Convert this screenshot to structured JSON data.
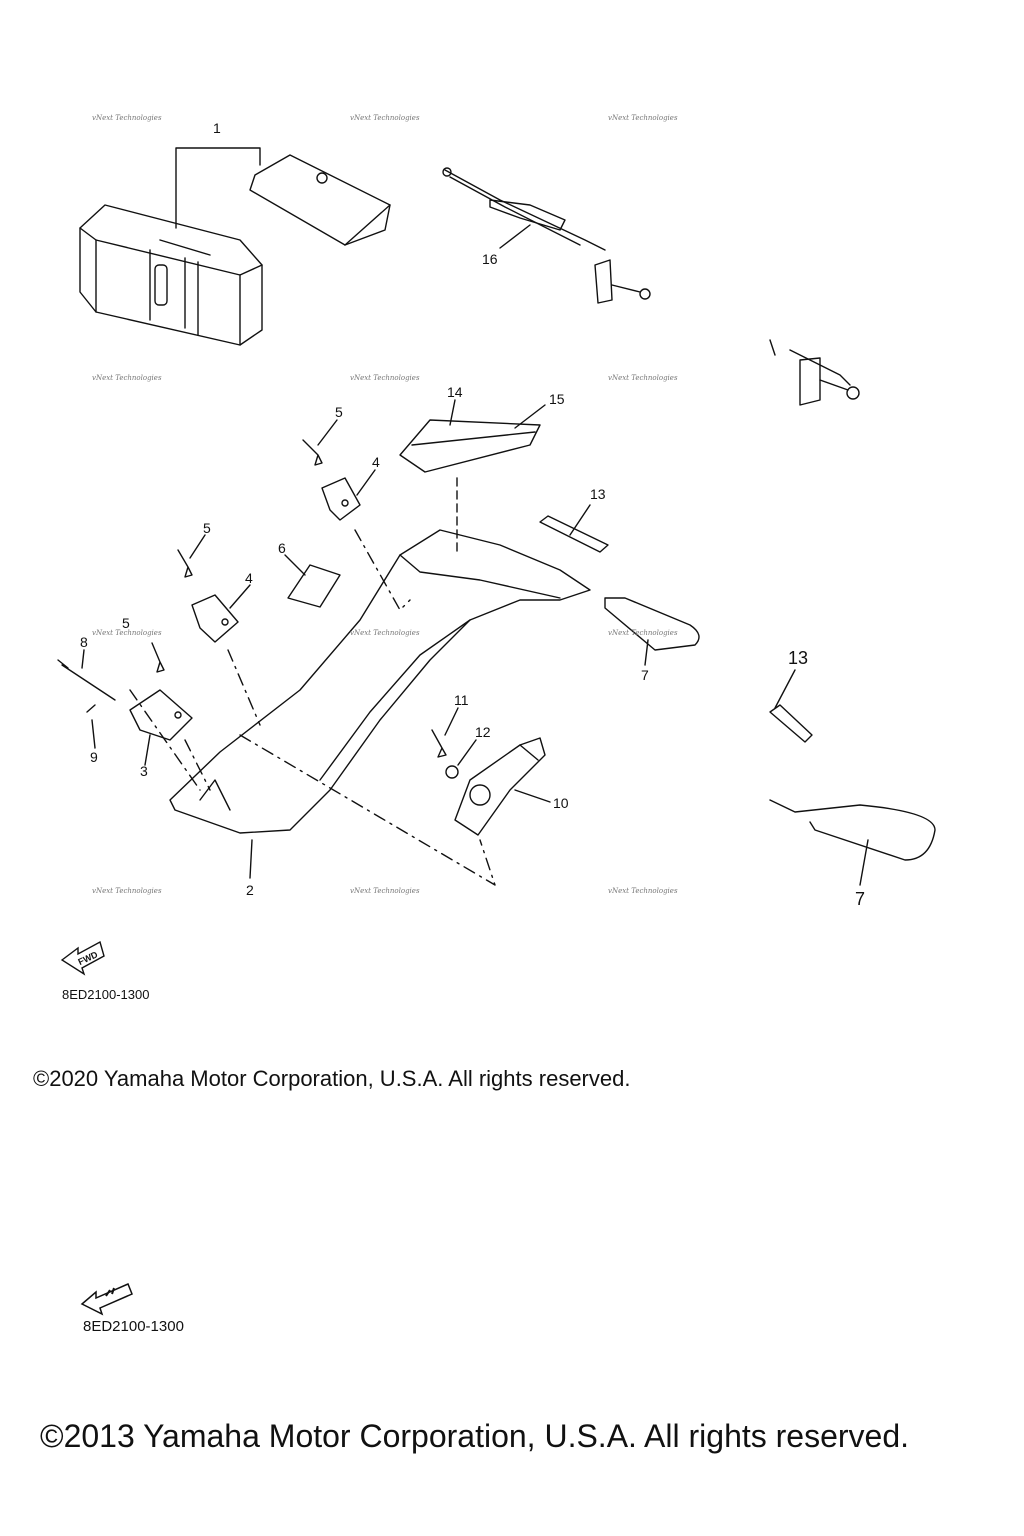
{
  "diagram": {
    "callouts": [
      "1",
      "2",
      "3",
      "4",
      "4",
      "5",
      "5",
      "5",
      "6",
      "7",
      "7",
      "8",
      "9",
      "10",
      "11",
      "12",
      "13",
      "13",
      "14",
      "15",
      "16"
    ],
    "watermark": "vNext Technologies",
    "fwd_label": "FWD"
  },
  "footer_primary": {
    "code": "8ED2100-1300",
    "copyright": "©2020 Yamaha Motor Corporation, U.S.A. All rights reserved."
  },
  "footer_secondary": {
    "code": "8ED2100-1300",
    "copyright": "©2013 Yamaha Motor Corporation, U.S.A. All rights reserved."
  }
}
